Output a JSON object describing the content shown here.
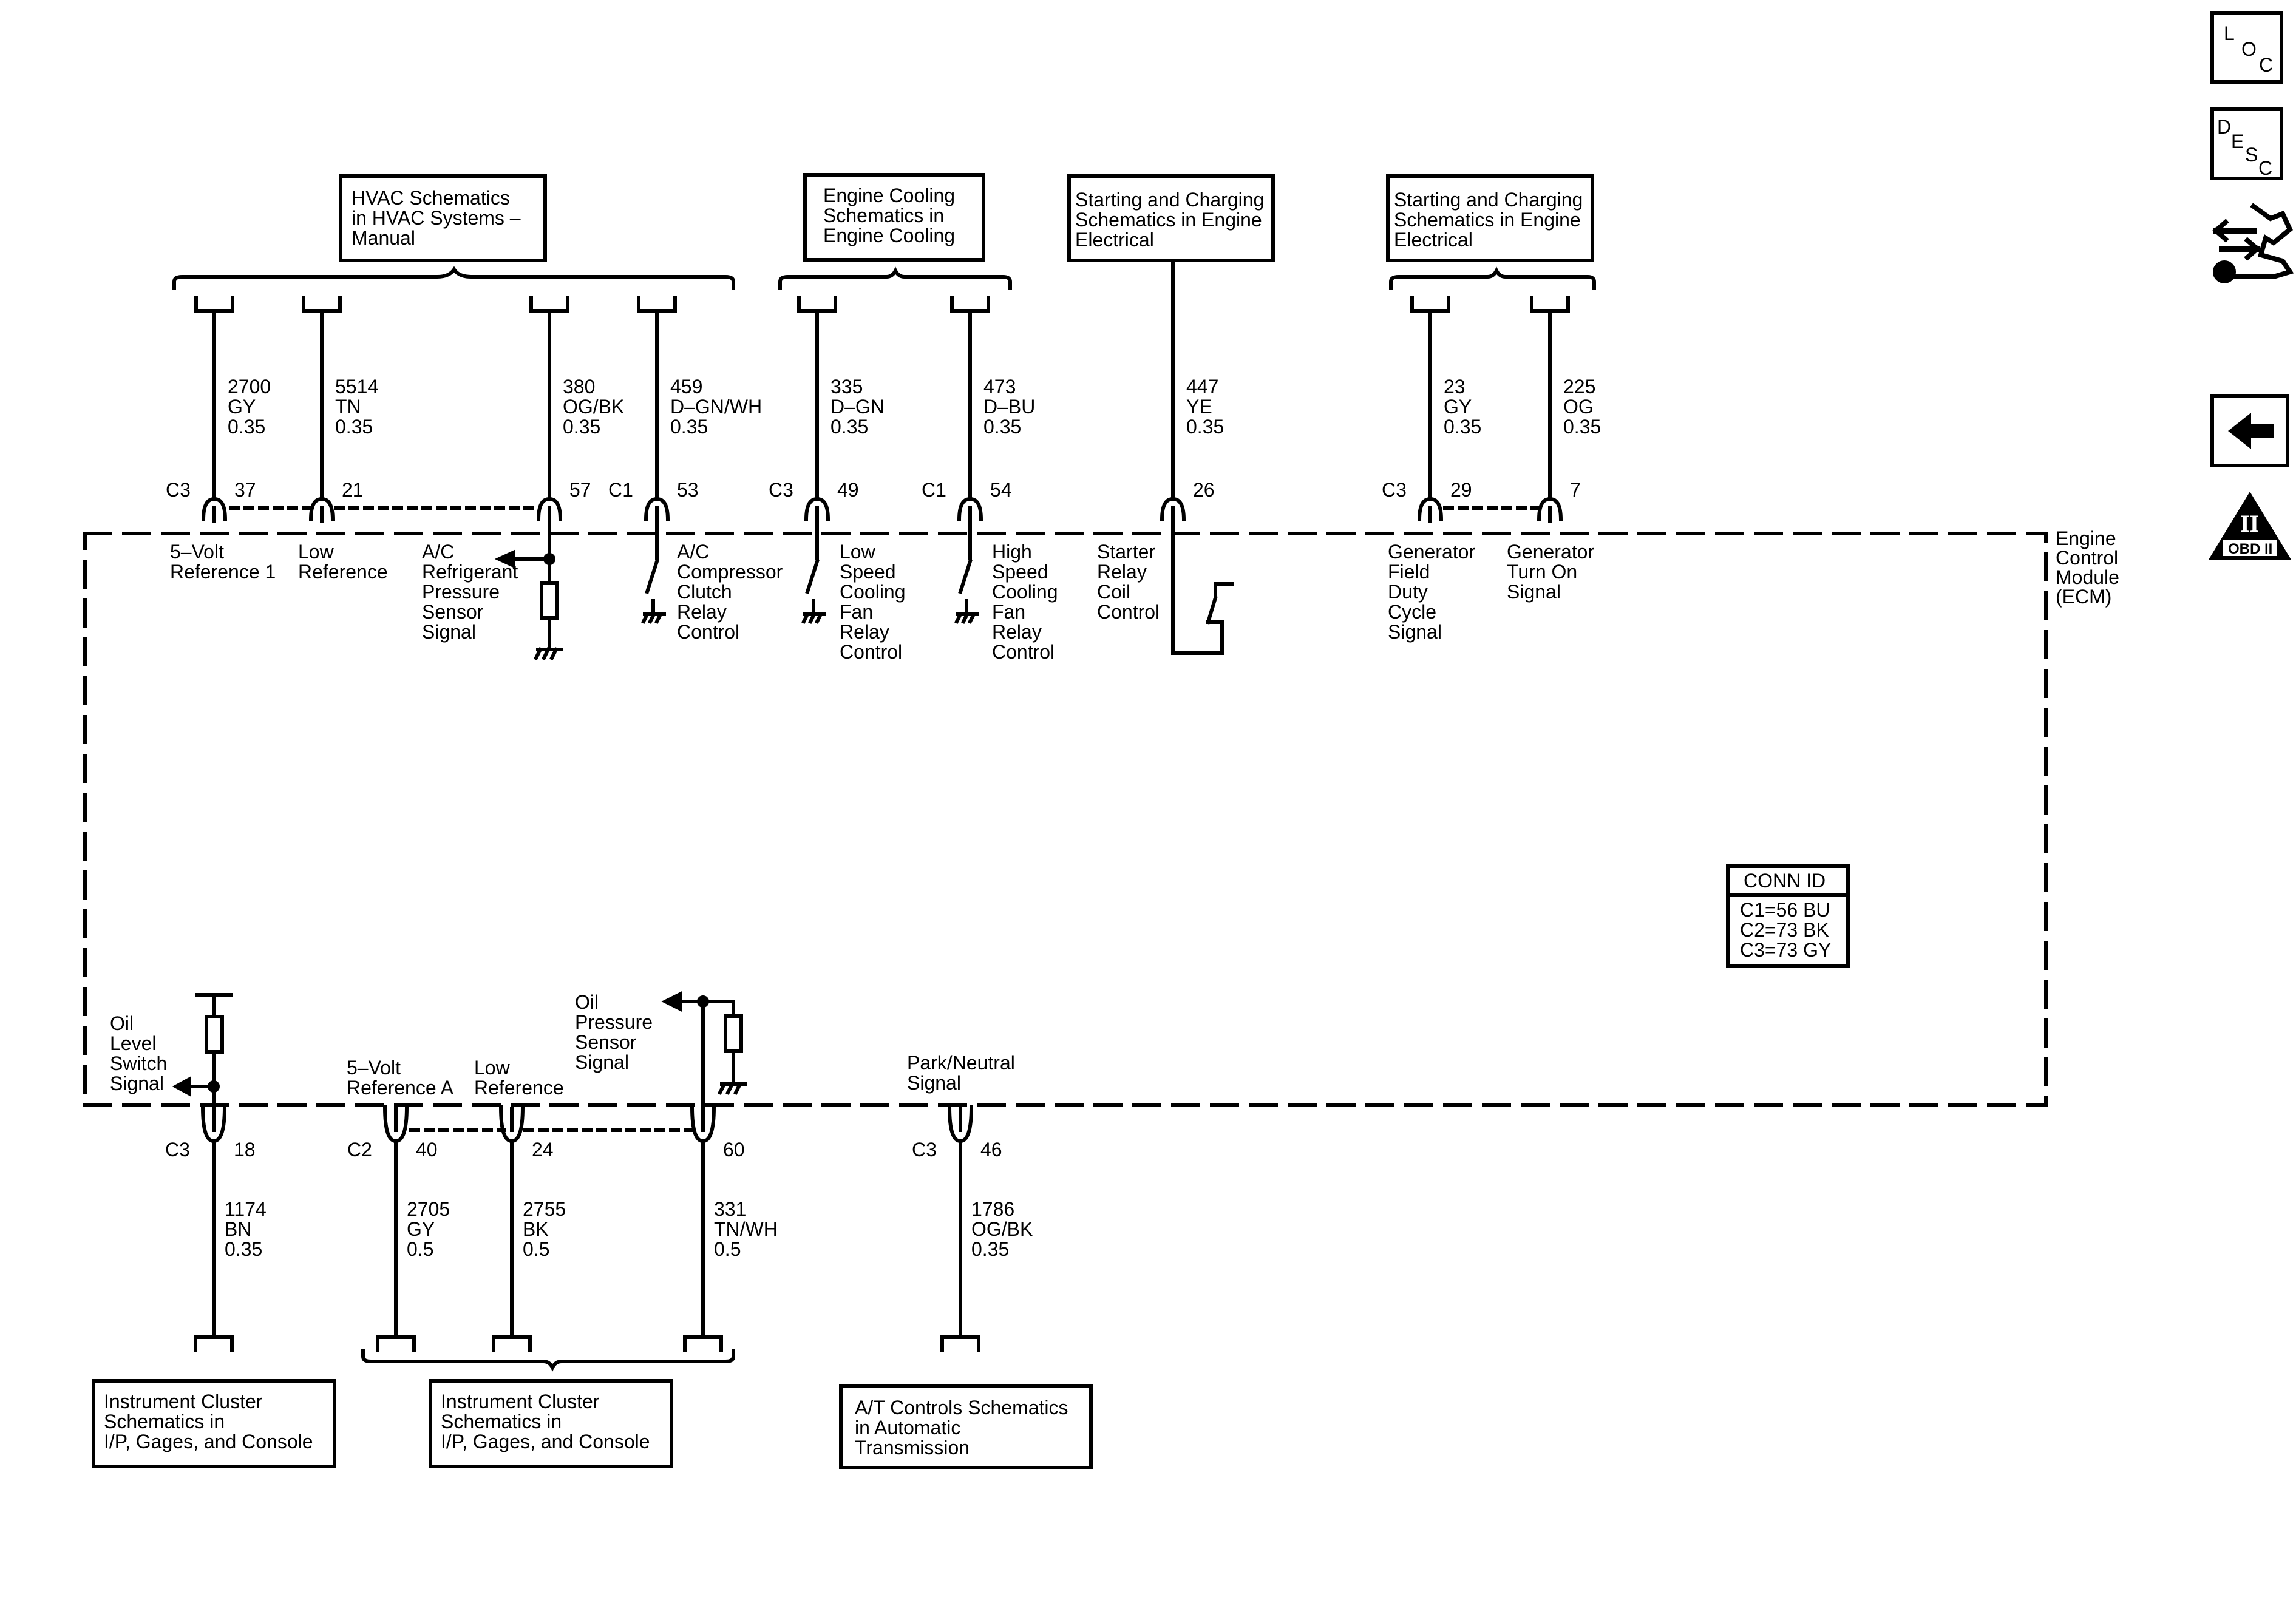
{
  "sidebar": {
    "loc": [
      "L",
      "O",
      "C"
    ],
    "desc": [
      "D",
      "E",
      "S",
      "C"
    ],
    "obd": {
      "numeral": "II",
      "label": "OBD II"
    }
  },
  "module": {
    "label": [
      "Engine",
      "Control",
      "Module",
      "(ECM)"
    ]
  },
  "conn_id": {
    "title": "CONN ID",
    "rows": [
      "C1=56 BU",
      "C2=73 BK",
      "C3=73 GY"
    ]
  },
  "refs": [
    {
      "lines": [
        "HVAC Schematics",
        "in HVAC Systems –",
        "Manual"
      ]
    },
    {
      "lines": [
        "Engine Cooling",
        "Schematics in",
        "Engine Cooling"
      ]
    },
    {
      "lines": [
        "Starting and Charging",
        "Schematics in Engine",
        "Electrical"
      ]
    },
    {
      "lines": [
        "Starting and Charging",
        "Schematics in Engine",
        "Electrical"
      ]
    },
    {
      "lines": [
        "Instrument Cluster",
        "Schematics in",
        "I/P, Gages, and Console"
      ]
    },
    {
      "lines": [
        "Instrument Cluster",
        "Schematics in",
        "I/P, Gages, and Console"
      ]
    },
    {
      "lines": [
        "A/T Controls Schematics",
        "in Automatic",
        "Transmission"
      ]
    }
  ],
  "top_wires": [
    {
      "conn": "C3",
      "pin": "37",
      "circuit": "2700",
      "color": "GY",
      "size": "0.35",
      "signal": [
        "5–Volt",
        "Reference 1"
      ]
    },
    {
      "conn": "",
      "pin": "21",
      "circuit": "5514",
      "color": "TN",
      "size": "0.35",
      "signal": [
        "Low",
        "Reference"
      ]
    },
    {
      "conn": "",
      "pin": "57",
      "circuit": "380",
      "color": "OG/BK",
      "size": "0.35",
      "signal": [
        "A/C",
        "Refrigerant",
        "Pressure",
        "Sensor",
        "Signal"
      ]
    },
    {
      "conn": "C1",
      "pin": "53",
      "circuit": "459",
      "color": "D–GN/WH",
      "size": "0.35",
      "signal": [
        "A/C",
        "Compressor",
        "Clutch",
        "Relay",
        "Control"
      ]
    },
    {
      "conn": "C3",
      "pin": "49",
      "circuit": "335",
      "color": "D–GN",
      "size": "0.35",
      "signal": [
        "Low",
        "Speed",
        "Cooling",
        "Fan",
        "Relay",
        "Control"
      ]
    },
    {
      "conn": "C1",
      "pin": "54",
      "circuit": "473",
      "color": "D–BU",
      "size": "0.35",
      "signal": [
        "High",
        "Speed",
        "Cooling",
        "Fan",
        "Relay",
        "Control"
      ]
    },
    {
      "conn": "",
      "pin": "26",
      "circuit": "447",
      "color": "YE",
      "size": "0.35",
      "signal": [
        "Starter",
        "Relay",
        "Coil",
        "Control"
      ]
    },
    {
      "conn": "C3",
      "pin": "29",
      "circuit": "23",
      "color": "GY",
      "size": "0.35",
      "signal": [
        "Generator",
        "Field",
        "Duty",
        "Cycle",
        "Signal"
      ]
    },
    {
      "conn": "",
      "pin": "7",
      "circuit": "225",
      "color": "OG",
      "size": "0.35",
      "signal": [
        "Generator",
        "Turn On",
        "Signal"
      ]
    }
  ],
  "bottom_wires": [
    {
      "conn": "C3",
      "pin": "18",
      "circuit": "1174",
      "color": "BN",
      "size": "0.35",
      "signal": [
        "Oil",
        "Level",
        "Switch",
        "Signal"
      ]
    },
    {
      "conn": "C2",
      "pin": "40",
      "circuit": "2705",
      "color": "GY",
      "size": "0.5",
      "signal": [
        "5–Volt",
        "Reference A"
      ]
    },
    {
      "conn": "",
      "pin": "24",
      "circuit": "2755",
      "color": "BK",
      "size": "0.5",
      "signal": [
        "Low",
        "Reference"
      ]
    },
    {
      "conn": "",
      "pin": "60",
      "circuit": "331",
      "color": "TN/WH",
      "size": "0.5",
      "signal": [
        "Oil",
        "Pressure",
        "Sensor",
        "Signal"
      ]
    },
    {
      "conn": "C3",
      "pin": "46",
      "circuit": "1786",
      "color": "OG/BK",
      "size": "0.35",
      "signal": [
        "Park/Neutral",
        "Signal"
      ]
    }
  ]
}
